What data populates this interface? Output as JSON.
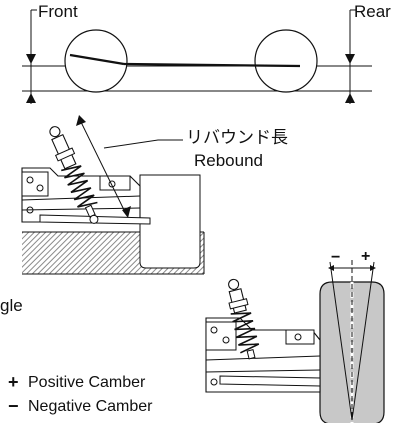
{
  "labels": {
    "front": "Front",
    "rear": "Rear",
    "rebound_jp": "リバウンド長",
    "rebound_en": "Rebound",
    "angle_fragment": "gle",
    "positive_camber": "Positive Camber",
    "negative_camber": "Negative Camber"
  },
  "symbols": {
    "plus": "+",
    "minus": "−"
  },
  "camber_signs": {
    "minus": "−",
    "plus": "+"
  },
  "colors": {
    "line": "#111111",
    "ground_hatch": "#9a9a9a",
    "tire_fill": "#c8c8c8",
    "background": "#ffffff"
  }
}
